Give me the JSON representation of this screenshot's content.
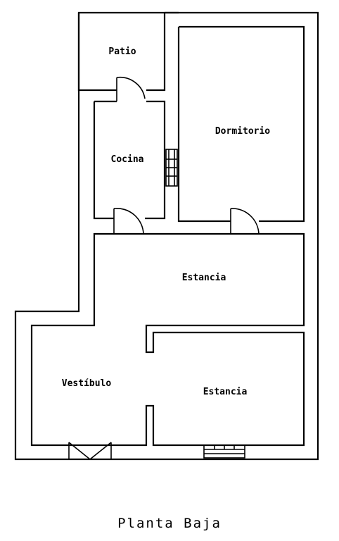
{
  "plan": {
    "rooms": {
      "patio": "Patio",
      "dormitorio": "Dormitorio",
      "cocina": "Cocina",
      "estancia_upper": "Estancia",
      "vestibulo": "Vestíbulo",
      "estancia_lower": "Estancia"
    },
    "caption": "Planta Baja"
  }
}
